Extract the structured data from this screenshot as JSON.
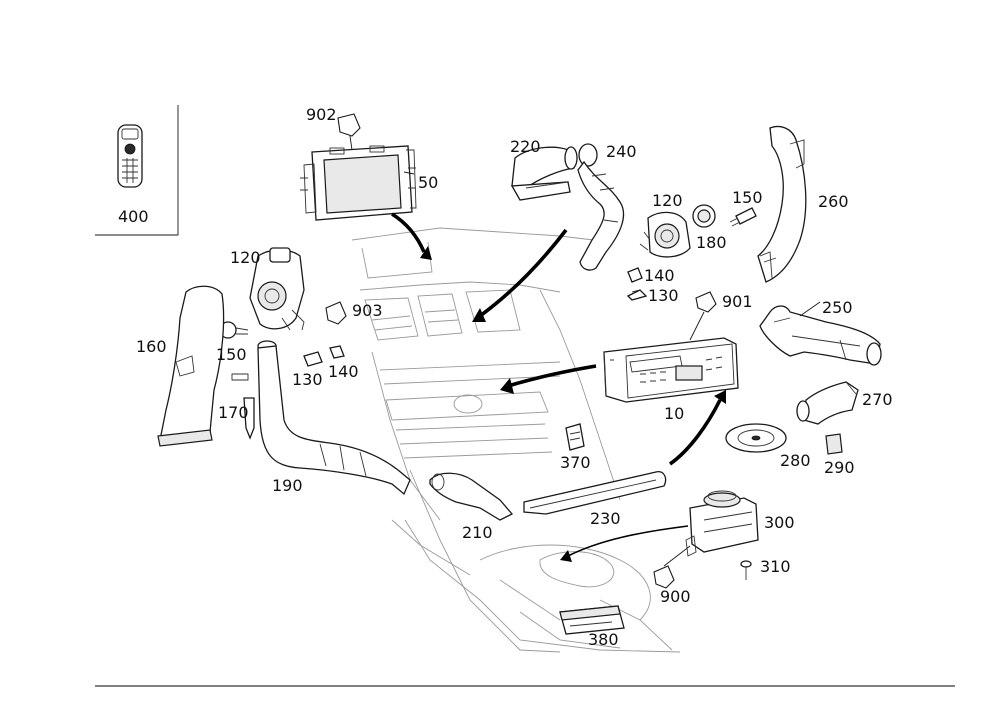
{
  "diagram": {
    "labels": {
      "p400": "400",
      "p902": "902",
      "p50": "50",
      "p220": "220",
      "p240": "240",
      "p120a": "120",
      "p150a": "150",
      "p260": "260",
      "p180": "180",
      "p140a": "140",
      "p130a": "130",
      "p901": "901",
      "p250": "250",
      "p120b": "120",
      "p903": "903",
      "p160": "160",
      "p150b": "150",
      "p130b": "130",
      "p140b": "140",
      "p170": "170",
      "p10": "10",
      "p270": "270",
      "p370": "370",
      "p280": "280",
      "p290": "290",
      "p190": "190",
      "p210": "210",
      "p230": "230",
      "p300": "300",
      "p310": "310",
      "p900": "900",
      "p380": "380"
    }
  }
}
